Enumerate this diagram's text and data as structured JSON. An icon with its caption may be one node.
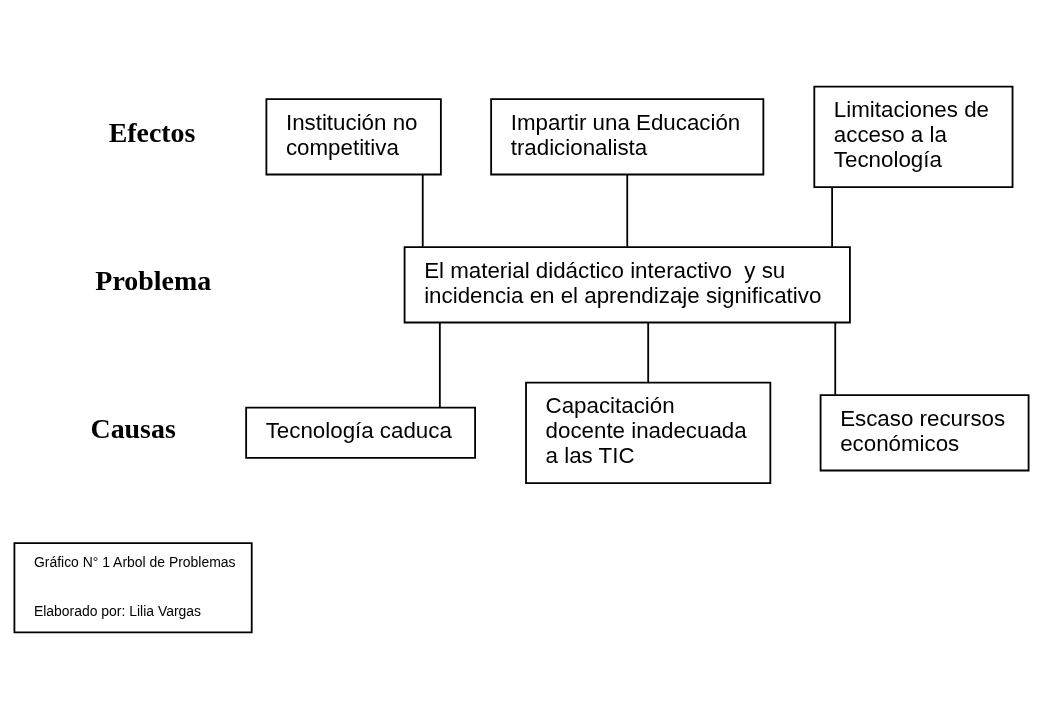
{
  "diagram": {
    "nodes": [
      {
        "text": [
          "Institución no competitiva"
        ]
      },
      {
        "text": [
          "Impartir una Educación tradicionalista"
        ]
      },
      {
        "text": [
          "Limitaciones de acceso a la Tecnología"
        ]
      },
      {
        "text": [
          "El material didáctico interactivo  y su incidencia en el aprendizaje significativo"
        ]
      },
      {
        "text": [
          "Tecnología caduca"
        ]
      },
      {
        "text": [
          "Capacitación docente inadecuada a las TIC"
        ]
      },
      {
        "text": [
          "Escaso recursos económicos"
        ]
      },
      {
        "text": [
          "Gráfico N° 1 Arbol de Problemas",
          "Elaborado por: Lilia Vargas"
        ]
      }
    ],
    "edges": [
      {
        "from": 0,
        "to": 3,
        "arrow": "none"
      },
      {
        "from": 1,
        "to": 3,
        "arrow": "none"
      },
      {
        "from": 2,
        "to": 3,
        "arrow": "none"
      },
      {
        "from": 3,
        "to": 4,
        "arrow": "none"
      },
      {
        "from": 3,
        "to": 5,
        "arrow": "none"
      },
      {
        "from": 3,
        "to": 6,
        "arrow": "none"
      }
    ],
    "labels": [
      "Efectos",
      "Problema",
      "Causas"
    ]
  }
}
